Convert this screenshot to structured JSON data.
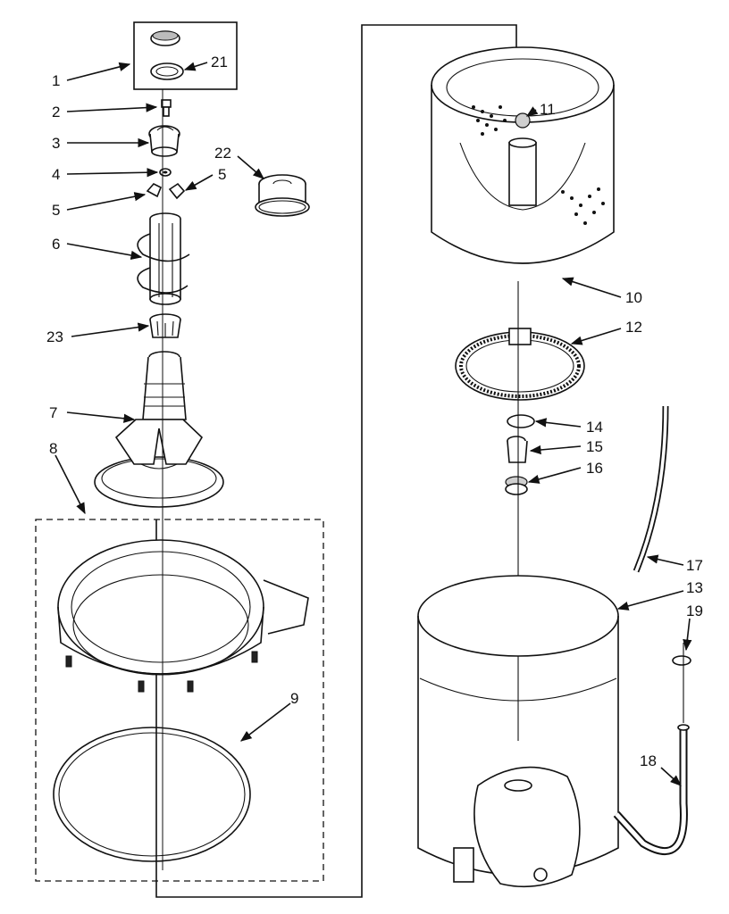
{
  "labels": {
    "l1": "1",
    "l2": "2",
    "l3": "3",
    "l4": "4",
    "l5a": "5",
    "l5b": "5",
    "l6": "6",
    "l7": "7",
    "l8": "8",
    "l9": "9",
    "l10": "10",
    "l11": "11",
    "l12": "12",
    "l13": "13",
    "l14": "14",
    "l15": "15",
    "l16": "16",
    "l17": "17",
    "l18": "18",
    "l19": "19",
    "l21": "21",
    "l22": "22",
    "l23": "23"
  }
}
